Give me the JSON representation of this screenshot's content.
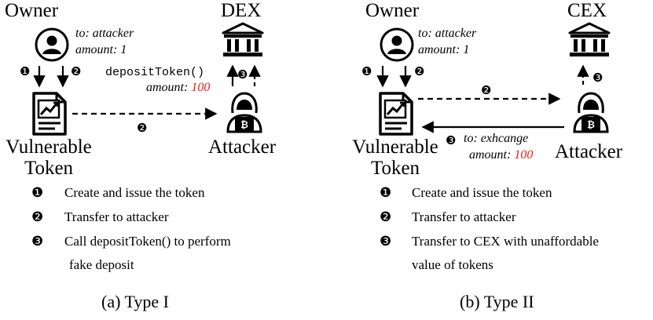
{
  "panel_a": {
    "owner": "Owner",
    "exchange": "DEX",
    "to_attacker": "to: attacker",
    "amount_1": "amount: 1",
    "call": "depositToken()",
    "amount_label": "amount:",
    "amount_value": "100",
    "token_line1": "Vulnerable",
    "token_line2": "Token",
    "attacker": "Attacker",
    "legend": [
      {
        "num": "❶",
        "text": "Create and issue the token"
      },
      {
        "num": "❷",
        "text": "Transfer to attacker"
      },
      {
        "num": "❸",
        "text": "Call depositToken() to perform"
      }
    ],
    "legend_cont": "fake deposit",
    "caption": "(a) Type I"
  },
  "panel_b": {
    "owner": "Owner",
    "exchange": "CEX",
    "to_attacker": "to: attacker",
    "amount_1": "amount: 1",
    "to_exchange": "to: exhcange",
    "amount_label": "amount:",
    "amount_value": "100",
    "token_line1": "Vulnerable",
    "token_line2": "Token",
    "attacker": "Attacker",
    "legend": [
      {
        "num": "❶",
        "text": "Create and issue the token"
      },
      {
        "num": "❷",
        "text": "Transfer to attacker"
      },
      {
        "num": "❸",
        "text": "Transfer to CEX with unaffordable"
      }
    ],
    "legend_cont": "value of tokens",
    "caption": "(b) Type II"
  },
  "steps": {
    "s1": "❶",
    "s2": "❷",
    "s3": "❸"
  },
  "colors": {
    "highlight": "#e0201c"
  },
  "icons": [
    "owner-person-icon",
    "bank-building-icon",
    "token-document-icon",
    "attacker-hacker-icon",
    "bitcoin-laptop-icon"
  ]
}
